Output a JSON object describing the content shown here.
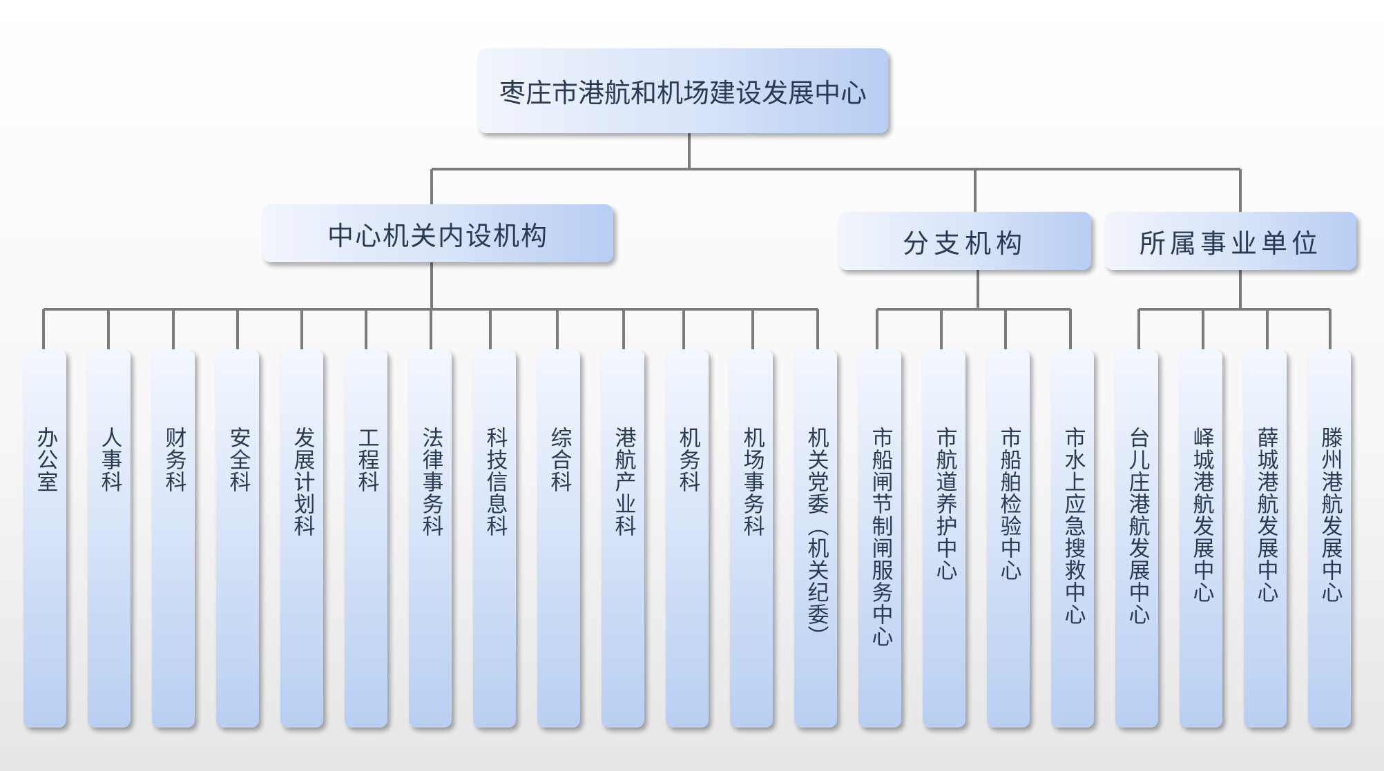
{
  "root": {
    "label": "枣庄市港航和机场建设发展中心"
  },
  "groups": [
    {
      "label": "中心机关内设机构",
      "children": [
        "办公室",
        "人事科",
        "财务科",
        "安全科",
        "发展计划科",
        "工程科",
        "法律事务科",
        "科技信息科",
        "综合科",
        "港航产业科",
        "机务科",
        "机场事务科",
        "机关党委（机关纪委）"
      ]
    },
    {
      "label": "分支机构",
      "children": [
        "市船闸节制闸服务中心",
        "市航道养护中心",
        "市船舶检验中心",
        "市水上应急搜救中心"
      ]
    },
    {
      "label": "所属事业单位",
      "children": [
        "台儿庄港航发展中心",
        "峄城港航发展中心",
        "薛城港航发展中心",
        "滕州港航发展中心"
      ]
    }
  ],
  "colors": {
    "connector": "#7b7b7b",
    "box_light": "#f1f5fd",
    "box_dark": "#b7cdf2",
    "text": "#2a3a55"
  }
}
